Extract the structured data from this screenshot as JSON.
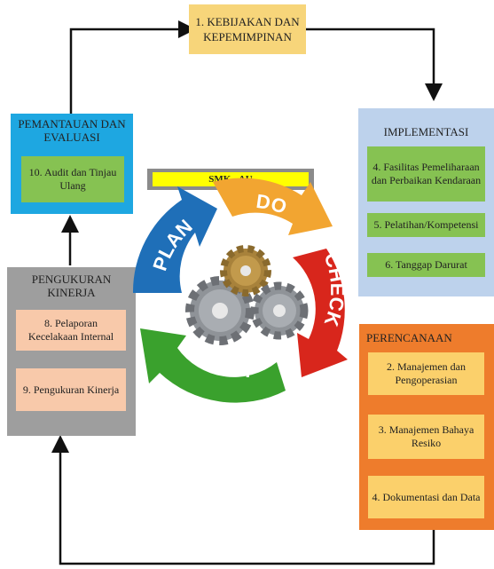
{
  "kebijakan": "1. KEBIJAKAN DAN KEPEMIMPINAN",
  "pemantauan": {
    "title": "PEMANTAUAN DAN EVALUASI",
    "items": [
      "10. Audit dan Tinjau Ulang"
    ]
  },
  "implementasi": {
    "title": "IMPLEMENTASI",
    "items": [
      "4. Fasilitas Pemeliharaan dan Perbaikan Kendaraan",
      "5. Pelatihan/Kompetensi",
      "6. Tanggap Darurat"
    ]
  },
  "pengukuran": {
    "title": "PENGUKURAN KINERJA",
    "items": [
      "8. Pelaporan Kecelakaan Internal",
      "9. Pengukuran Kinerja"
    ]
  },
  "perencanaan": {
    "title": "PERENCANAAN",
    "items": [
      "2. Manajemen dan Pengoperasian",
      "3. Manajemen Bahaya Resiko",
      "4. Dokumentasi dan Data"
    ]
  },
  "smk_label": "SMK - AU",
  "cycle": {
    "plan": "PLAN",
    "do": "DO",
    "check": "CHECK",
    "act": "ACT"
  },
  "colors": {
    "plan": "#1f6fb8",
    "do": "#f2a531",
    "check": "#d8261c",
    "act": "#3aa12d"
  }
}
